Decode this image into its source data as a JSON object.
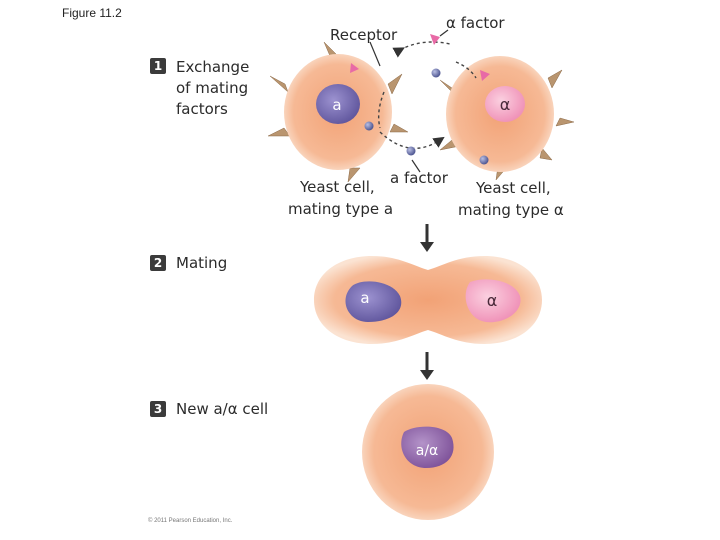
{
  "figure_title": "Figure 11.2",
  "steps": [
    {
      "number": "1",
      "label": "Exchange of mating factors",
      "lines": [
        "Exchange",
        "of mating",
        "factors"
      ]
    },
    {
      "number": "2",
      "label": "Mating"
    },
    {
      "number": "3",
      "label": "New a/α cell"
    }
  ],
  "labels": {
    "receptor": "Receptor",
    "alpha_factor": "α factor",
    "a_factor": "a factor",
    "yeast_a_line1": "Yeast cell,",
    "yeast_a_line2": "mating type a",
    "yeast_alpha_line1": "Yeast cell,",
    "yeast_alpha_line2": "mating type α"
  },
  "nuclei": {
    "a_cell": "a",
    "alpha_cell": "α",
    "mating_a": "a",
    "mating_alpha": "α",
    "new_cell": "a/α"
  },
  "copyright": "© 2011 Pearson Education, Inc.",
  "colors": {
    "cell_fill": "#f5b48a",
    "cell_edge": "#f9dcc6",
    "a_nucleus": "#7a6fb4",
    "alpha_nucleus": "#f7a9c8",
    "hybrid_nucleus": "#9a6fae",
    "alpha_factor_particle": "#e86aa6",
    "a_factor_particle": "#6f78b0",
    "receptor_spike": "#b9956f",
    "arrow": "#333333"
  }
}
